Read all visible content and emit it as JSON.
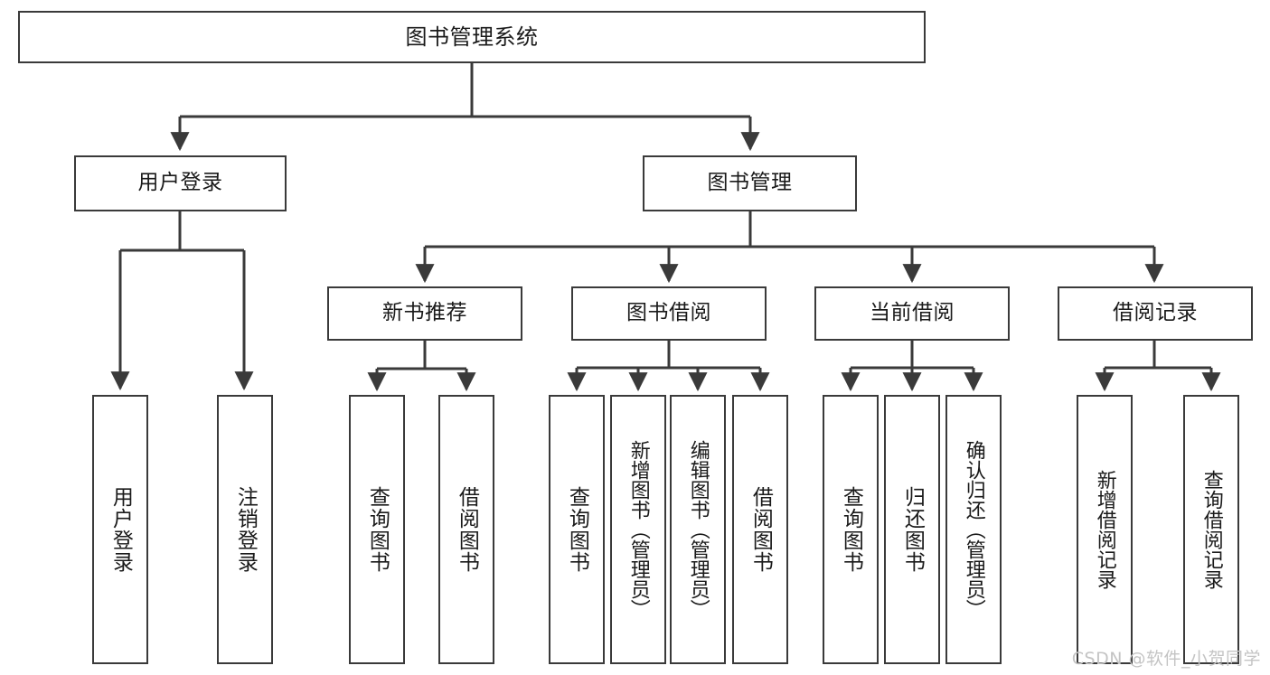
{
  "diagram": {
    "title": "图书管理系统",
    "type": "tree-hierarchy",
    "watermark": "CSDN @软件_小贺同学",
    "colors": {
      "border": "#3a3a3a",
      "background": "#ffffff",
      "text": "#1a1a1a",
      "watermark": "#c4c4c4"
    },
    "root": {
      "label": "图书管理系统"
    },
    "level2": [
      {
        "label": "用户登录"
      },
      {
        "label": "图书管理"
      }
    ],
    "level3": [
      {
        "label": "新书推荐"
      },
      {
        "label": "图书借阅"
      },
      {
        "label": "当前借阅"
      },
      {
        "label": "借阅记录"
      }
    ],
    "leaves": {
      "user_login": [
        {
          "label": "用户登录"
        },
        {
          "label": "注销登录"
        }
      ],
      "new_book": [
        {
          "label": "查询图书"
        },
        {
          "label": "借阅图书"
        }
      ],
      "book_borrow": [
        {
          "label": "查询图书"
        },
        {
          "label": "新增图书（管理员）"
        },
        {
          "label": "编辑图书（管理员）"
        },
        {
          "label": "借阅图书"
        }
      ],
      "current_borrow": [
        {
          "label": "查询图书"
        },
        {
          "label": "归还图书"
        },
        {
          "label": "确认归还（管理员）"
        }
      ],
      "borrow_record": [
        {
          "label": "新增借阅记录"
        },
        {
          "label": "查询借阅记录"
        }
      ]
    }
  }
}
